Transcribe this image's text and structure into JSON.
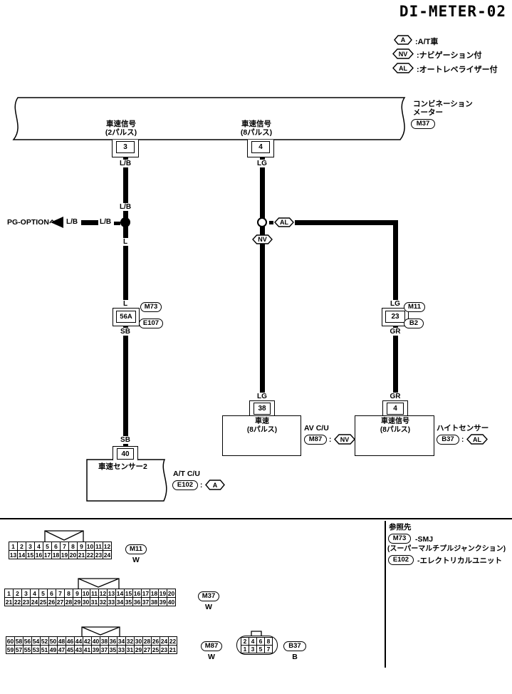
{
  "title": "DI-METER-02",
  "tags": {
    "a": "A",
    "nv": "NV",
    "al": "AL"
  },
  "legend": [
    {
      "tag": "A",
      "text": ":A/T車"
    },
    {
      "tag": "NV",
      "text": ":ナビゲーション付"
    },
    {
      "tag": "AL",
      "text": ":オートレベライザー付"
    }
  ],
  "meter": {
    "name_line1": "コンビネーション",
    "name_line2": "メーター",
    "ref": "M37",
    "signal_left_line1": "車速信号",
    "signal_left_line2": "(2パルス)",
    "signal_right_line1": "車速信号",
    "signal_right_line2": "(8パルス)",
    "pin_left": "3",
    "pin_right": "4"
  },
  "wire_labels": {
    "lb": "L/B",
    "lg": "LG",
    "l": "L",
    "sb": "SB",
    "gr": "GR"
  },
  "pg_option": {
    "text": "PG-OPTIONへ",
    "wire1": "L/B",
    "wire2": "L/B"
  },
  "smj": {
    "pin": "56A",
    "ref_above": "M73",
    "ref_below": "E107"
  },
  "body_connector": {
    "pin": "23",
    "ref_above": "M11",
    "ref_below": "B2"
  },
  "at_cu": {
    "pin": "40",
    "title": "車速センサー2",
    "unit": "A/T C/U",
    "ref": "E102",
    "colon": ":",
    "tag": "A"
  },
  "av_cu": {
    "pin": "38",
    "line1": "車速",
    "line2": "(8パルス)",
    "unit": "AV C/U",
    "ref": "M87",
    "colon": ":",
    "tag": "NV"
  },
  "height_sensor": {
    "pin": "4",
    "line1": "車速信号",
    "line2": "(8パルス)",
    "unit": "ハイトセンサー",
    "ref": "B37",
    "colon": ":",
    "tag": "AL"
  },
  "reference": {
    "heading": "参照先",
    "item1_ref": "M73",
    "item1_text": "-SMJ",
    "item1_note": "(スーパーマルチプルジャンクション)",
    "item2_ref": "E102",
    "item2_text": "-エレクトリカルユニット"
  },
  "pinouts": {
    "m11": {
      "id": "M11",
      "color": "W",
      "row1": [
        "1",
        "2",
        "3",
        "4",
        "5",
        "6",
        "7",
        "8",
        "9",
        "10",
        "11",
        "12"
      ],
      "row2": [
        "13",
        "14",
        "15",
        "16",
        "17",
        "18",
        "19",
        "20",
        "21",
        "22",
        "23",
        "24"
      ]
    },
    "m37": {
      "id": "M37",
      "color": "W",
      "row1": [
        "1",
        "2",
        "3",
        "4",
        "5",
        "6",
        "7",
        "8",
        "9",
        "10",
        "11",
        "12",
        "13",
        "14",
        "15",
        "16",
        "17",
        "18",
        "19",
        "20"
      ],
      "row2": [
        "21",
        "22",
        "23",
        "24",
        "25",
        "26",
        "27",
        "28",
        "29",
        "30",
        "31",
        "32",
        "33",
        "34",
        "35",
        "36",
        "37",
        "38",
        "39",
        "40"
      ]
    },
    "m87": {
      "id": "M87",
      "color": "W",
      "row1": [
        "60",
        "58",
        "56",
        "54",
        "52",
        "50",
        "48",
        "46",
        "44",
        "42",
        "40",
        "38",
        "36",
        "34",
        "32",
        "30",
        "28",
        "26",
        "24",
        "22"
      ],
      "row2": [
        "59",
        "57",
        "55",
        "53",
        "51",
        "49",
        "47",
        "45",
        "43",
        "41",
        "39",
        "37",
        "35",
        "33",
        "31",
        "29",
        "27",
        "25",
        "23",
        "21"
      ]
    },
    "b37": {
      "id": "B37",
      "color": "B",
      "row1": [
        "2",
        "4",
        "6",
        "8"
      ],
      "row2": [
        "1",
        "3",
        "5",
        "7"
      ]
    }
  }
}
